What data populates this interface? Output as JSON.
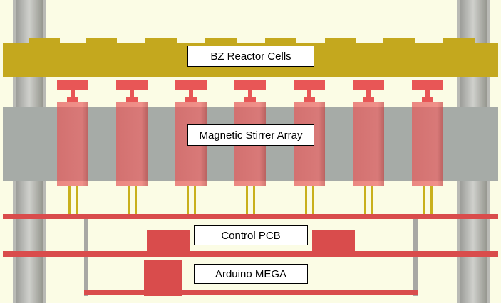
{
  "labels": {
    "reactor": "BZ Reactor Cells",
    "stirrer": "Magnetic Stirrer Array",
    "pcb": "Control PCB",
    "arduino": "Arduino MEGA"
  },
  "colors": {
    "background": "#fbfce5",
    "reactor_plate": "#c4a81e",
    "stirrer_block": "#a6aba7",
    "stirrer_unit": "#e85656",
    "pin": "#c9b01c",
    "board": "#d94c4c",
    "rod": "#a8a8a4"
  },
  "stirrer_count": 7
}
